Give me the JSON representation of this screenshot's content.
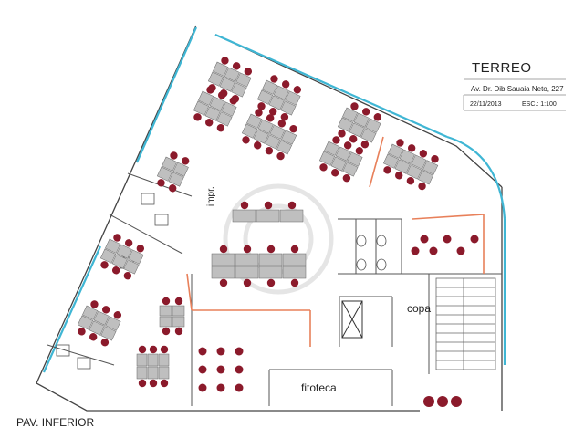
{
  "title_block": {
    "title": "TERREO",
    "address": "Av. Dr. Dib Sauaia Neto, 227",
    "date": "22/11/2013",
    "scale": "ESC.: 1:100"
  },
  "rooms": {
    "copa": "copa",
    "fitoteca": "fitoteca",
    "impr": "impr."
  },
  "footer": {
    "floor_label": "PAV. INFERIOR"
  },
  "colors": {
    "glass_wall": "#3fb6d4",
    "wall": "#444444",
    "partition": "#e8805a",
    "chair": "#8b1a2b",
    "desk": "#bfbfbf"
  }
}
